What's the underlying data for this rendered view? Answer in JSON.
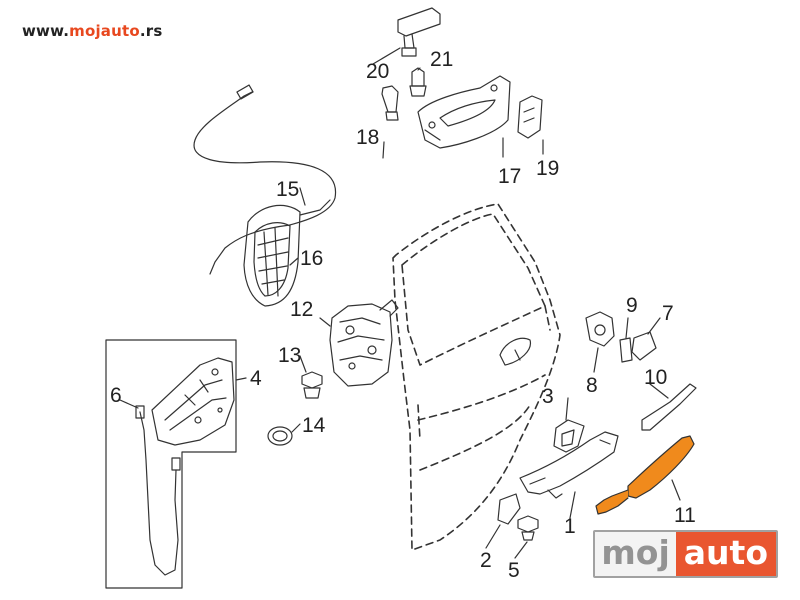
{
  "watermark": {
    "prefix": "www.",
    "brand": "mojauto",
    "suffix": ".rs"
  },
  "logo": {
    "left": "moj",
    "right": "auto"
  },
  "callouts": [
    "1",
    "2",
    "3",
    "4",
    "5",
    "6",
    "7",
    "8",
    "9",
    "10",
    "11",
    "12",
    "13",
    "14",
    "15",
    "16",
    "17",
    "18",
    "19",
    "20",
    "21"
  ],
  "highlight_color": "#f08a1c",
  "line_color": "#333333",
  "brand_color": "#e8481f"
}
